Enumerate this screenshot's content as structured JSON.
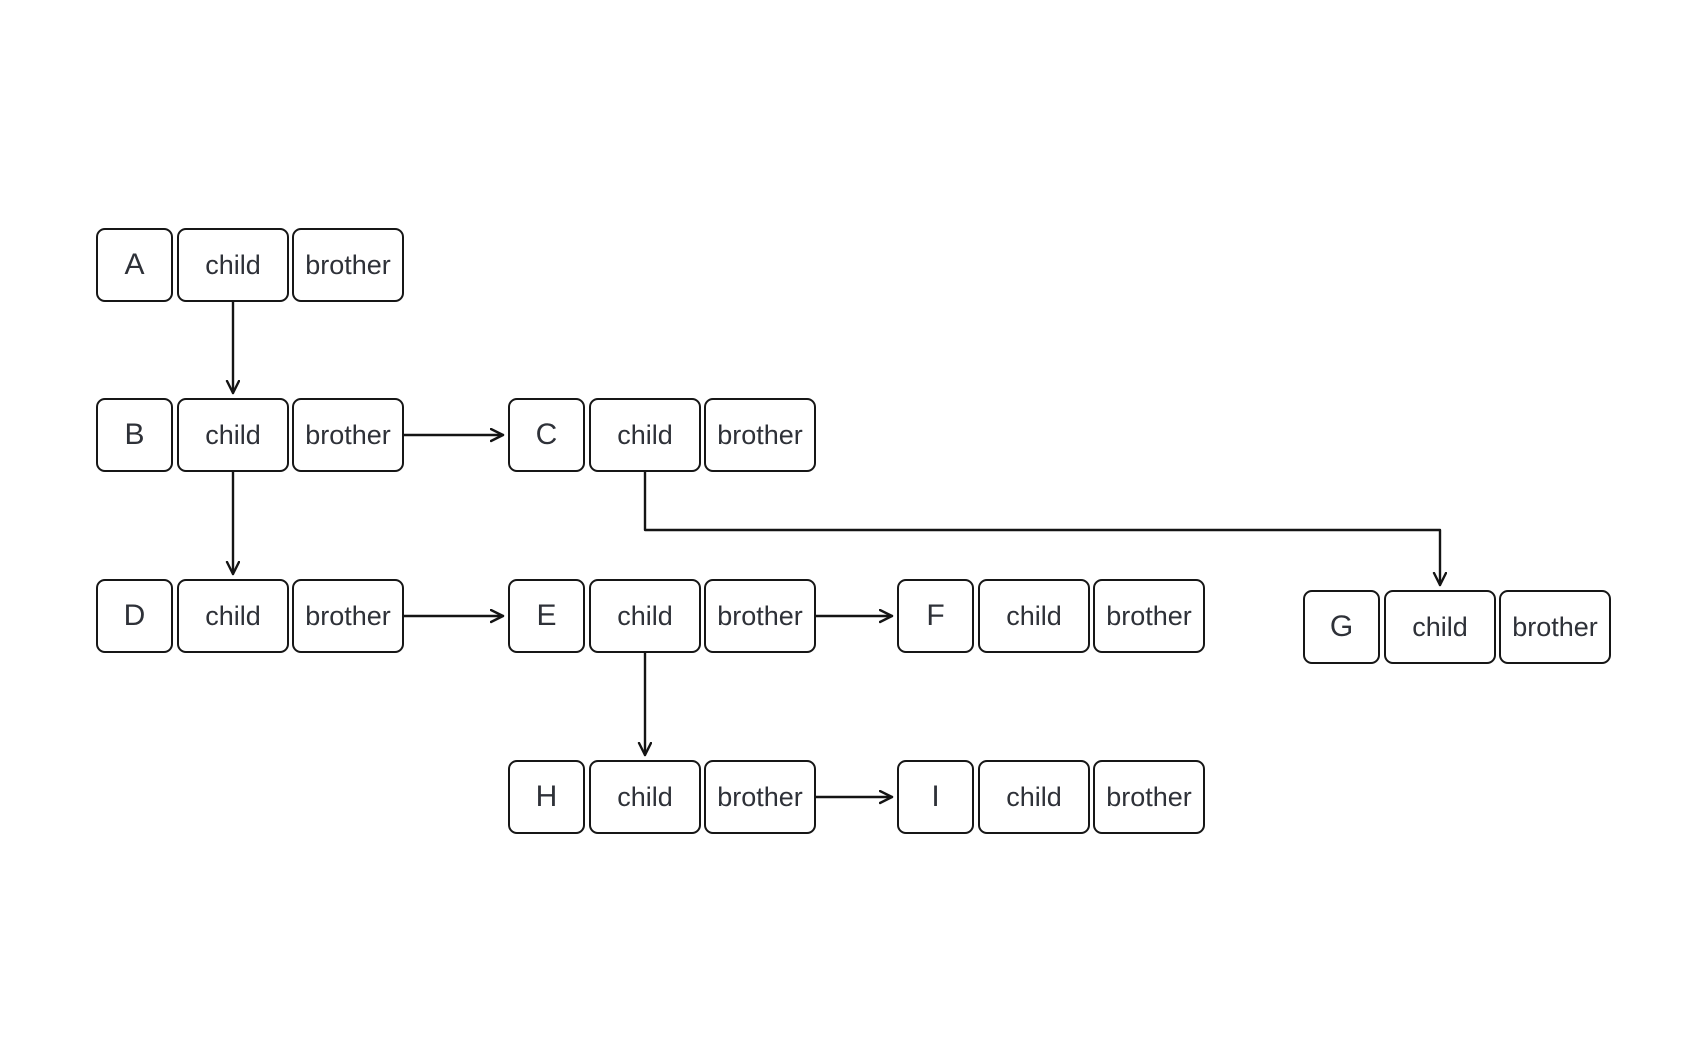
{
  "diagram": {
    "description": "left-child right-sibling tree of linked nodes",
    "colors": {
      "background": "#ffffff",
      "node_fill": "#ffffff",
      "border": "#161616",
      "text": "#2e3138",
      "arrow": "#141414"
    },
    "nodes": [
      {
        "id": "A",
        "label": "A",
        "cells": [
          "child",
          "brother"
        ]
      },
      {
        "id": "B",
        "label": "B",
        "cells": [
          "child",
          "brother"
        ]
      },
      {
        "id": "C",
        "label": "C",
        "cells": [
          "child",
          "brother"
        ]
      },
      {
        "id": "D",
        "label": "D",
        "cells": [
          "child",
          "brother"
        ]
      },
      {
        "id": "E",
        "label": "E",
        "cells": [
          "child",
          "brother"
        ]
      },
      {
        "id": "F",
        "label": "F",
        "cells": [
          "child",
          "brother"
        ]
      },
      {
        "id": "G",
        "label": "G",
        "cells": [
          "child",
          "brother"
        ]
      },
      {
        "id": "H",
        "label": "H",
        "cells": [
          "child",
          "brother"
        ]
      },
      {
        "id": "I",
        "label": "I",
        "cells": [
          "child",
          "brother"
        ]
      }
    ],
    "edges": [
      {
        "from": "A",
        "port": "child",
        "to": "B"
      },
      {
        "from": "B",
        "port": "brother",
        "to": "C"
      },
      {
        "from": "B",
        "port": "child",
        "to": "D"
      },
      {
        "from": "C",
        "port": "child",
        "to": "G"
      },
      {
        "from": "D",
        "port": "brother",
        "to": "E"
      },
      {
        "from": "E",
        "port": "brother",
        "to": "F"
      },
      {
        "from": "E",
        "port": "child",
        "to": "H"
      },
      {
        "from": "H",
        "port": "brother",
        "to": "I"
      }
    ]
  }
}
